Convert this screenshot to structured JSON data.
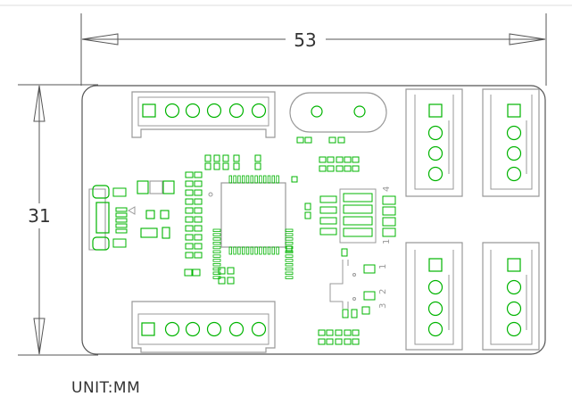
{
  "dimensions": {
    "width_label": "53",
    "height_label": "31",
    "unit_label": "UNIT:MM"
  },
  "connector_pin_labels": [
    "1",
    "2",
    "3",
    "4"
  ],
  "colors": {
    "outline": "#555555",
    "silkscreen": "#9a9a9a",
    "copper": "#00b400",
    "dimension": "#333333"
  }
}
